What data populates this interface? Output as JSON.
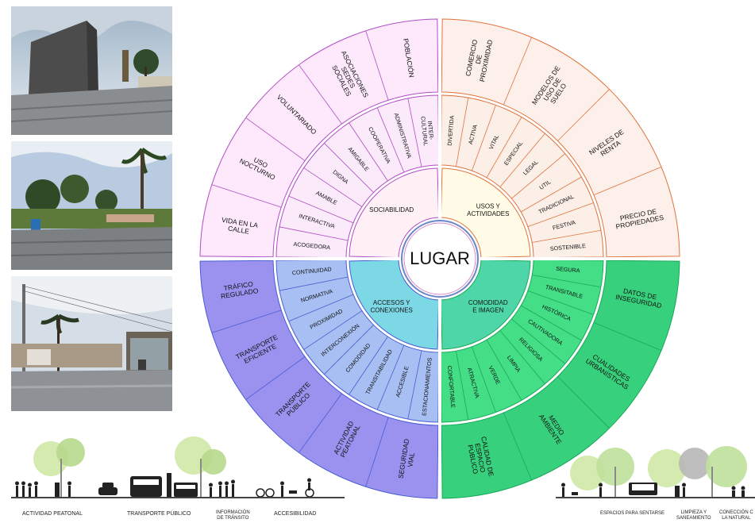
{
  "center_label": "LUGAR",
  "quadrants": [
    {
      "id": "sociabilidad",
      "name": "SOCIABILIDAD",
      "colors": {
        "outer": "#fde9fb",
        "middle": "#fbeaf9",
        "inner": "#fff0f6",
        "stroke": "#b04cc7"
      },
      "middle_items": [
        "ACOGEDORA",
        "INTERACTIVA",
        "AMABLE",
        "DIGNA",
        "AMIGABLE",
        "COOPERATIVA",
        "ADMINISTRATIVA",
        "INTER-\nCULTURAL"
      ],
      "outer_items": [
        "VIDA EN LA\nCALLE",
        "USO\nNOCTURNO",
        "VOLUNTARIADO",
        "ASOCIACIONES\nSEDES\nSOCIALES",
        "POBLACIÓN"
      ]
    },
    {
      "id": "usos",
      "name": "USOS Y\nACTIVIDADES",
      "colors": {
        "outer": "#fdf0ea",
        "middle": "#fcefe8",
        "inner": "#fffbe6",
        "stroke": "#e0733c"
      },
      "middle_items": [
        "DIVERTIDA",
        "ACTIVA",
        "VITAL",
        "ESPECIAL",
        "LEGAL",
        "UTIL",
        "TRADICIONAL",
        "FESTIVA",
        "SOSTENIBLE"
      ],
      "outer_items": [
        "COMERCIO\nDE\nPROXIMIDAD",
        "MODELOS DE\nUSO DE\nSUELO",
        "NIVELES DE\nRENTA",
        "PRECIO DE\nPROPIEDADES"
      ]
    },
    {
      "id": "comodidad",
      "name": "COMODIDAD\nE IMAGEN",
      "colors": {
        "outer": "#37d07c",
        "middle": "#43de86",
        "inner": "#4fd6a8",
        "stroke": "#1aa85a"
      },
      "middle_items": [
        "SEGURA",
        "TRANSITABLE",
        "HISTÓRICA",
        "CAUTIVADORA",
        "RELIGIOSA",
        "LIMPIA",
        "VERDE",
        "ATRACTIVA",
        "CONFORTABLE"
      ],
      "outer_items": [
        "DATOS DE\nINSEGURIDAD",
        "CUALIDADES\nURBANÍSTICAS",
        "MEDIO\nAMBIENTE",
        "CALIDAD DE\nESPACIO\nPÚBLICO"
      ]
    },
    {
      "id": "accesos",
      "name": "ACCESOS Y\nCONEXIONES",
      "colors": {
        "outer": "#9b92f0",
        "middle": "#a7bff2",
        "inner": "#7dd8e6",
        "stroke": "#4a5cd0"
      },
      "middle_items": [
        "ESTACIONAMIENTOS",
        "ACCESIBLE",
        "TRANSITABILIDAD",
        "COMODIDAD",
        "INTERCONEXIÓN",
        "PROXIMIDAD",
        "NORMATIVA",
        "CONTINUIDAD"
      ],
      "outer_items": [
        "SEGURIDAD\nVIAL",
        "ACTIVIDAD\nPEATONAL",
        "TRANSPORTE\nPÚBLICO",
        "TRANSPORTE\nEFICIENTE",
        "TRÁFICO\nREGULADO"
      ]
    }
  ],
  "bottom_left_captions": [
    "ACTIVIDAD PEATONAL",
    "TRANSPORTE PÚBLICO",
    "INFORMACIÓN\nDE TRÁNSITO",
    "ACCESIBILIDAD"
  ],
  "bottom_right_captions": [
    "ESPACIOS PARA SENTARSE",
    "LIMPIEZA Y\nSANEAMIENTO",
    "CONECCIÓN C\nLA NATURAL"
  ],
  "photos": [
    "plaza-monument-photo",
    "park-trees-photo",
    "street-bus-stop-photo"
  ]
}
